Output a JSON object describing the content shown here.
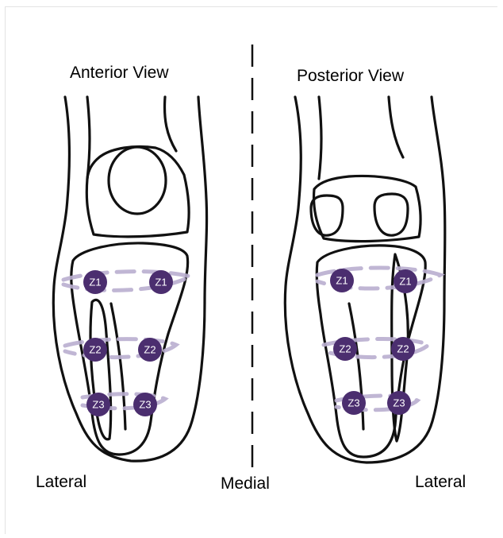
{
  "labels": {
    "anterior_title": "Anterior View",
    "posterior_title": "Posterior View",
    "lateral_left": "Lateral",
    "medial": "Medial",
    "lateral_right": "Lateral"
  },
  "anterior_zones": [
    "Z1",
    "Z1",
    "Z2",
    "Z2",
    "Z3",
    "Z3"
  ],
  "posterior_zones": [
    "Z1",
    "Z1",
    "Z2",
    "Z2",
    "Z3",
    "Z3"
  ],
  "colors": {
    "zone_marker": "#4b2e6f",
    "zone_band": "#b9aecf",
    "outline": "#111111"
  }
}
